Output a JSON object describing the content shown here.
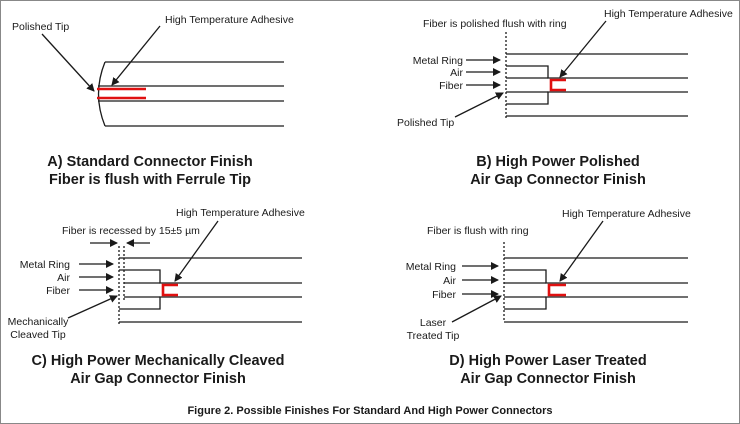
{
  "panelA": {
    "polished_tip": "Polished Tip",
    "adhesive": "High Temperature Adhesive",
    "caption_1": "A) Standard Connector Finish",
    "caption_2": "Fiber is flush with Ferrule Tip"
  },
  "panelB": {
    "note": "Fiber is polished flush with ring",
    "adhesive": "High Temperature Adhesive",
    "metal_ring": "Metal Ring",
    "air": "Air",
    "fiber": "Fiber",
    "polished_tip": "Polished Tip",
    "caption_1": "B) High Power Polished",
    "caption_2": "Air Gap Connector Finish"
  },
  "panelC": {
    "adhesive": "High Temperature Adhesive",
    "note": "Fiber is recessed by 15±5 µm",
    "metal_ring": "Metal Ring",
    "air": "Air",
    "fiber": "Fiber",
    "tip_1": "Mechanically",
    "tip_2": "Cleaved Tip",
    "caption_1": "C) High Power Mechanically Cleaved",
    "caption_2": "Air Gap Connector Finish"
  },
  "panelD": {
    "adhesive": "High Temperature Adhesive",
    "note": "Fiber is flush with ring",
    "metal_ring": "Metal Ring",
    "air": "Air",
    "fiber": "Fiber",
    "tip_1": "Laser",
    "tip_2": "Treated Tip",
    "caption_1": "D) High Power Laser Treated",
    "caption_2": "Air Gap Connector Finish"
  },
  "figure_caption": "Figure 2. Possible Finishes For Standard And High Power Connectors"
}
